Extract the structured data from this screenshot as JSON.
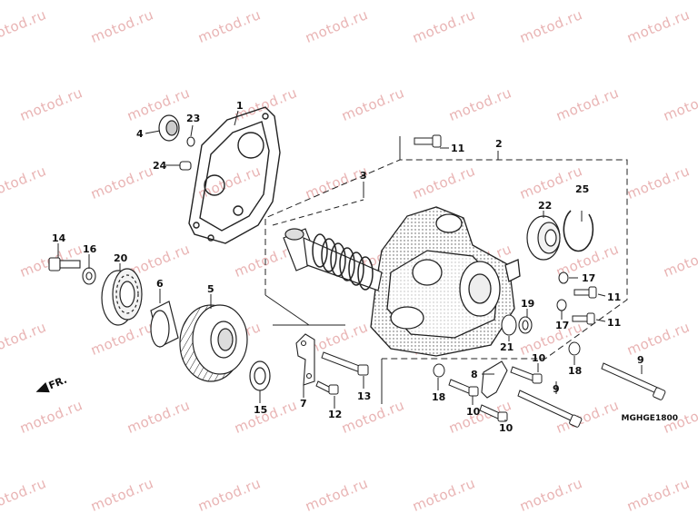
{
  "watermark": "motod.ru",
  "diagram_code": "MGHGE1800",
  "direction_label": "FR.",
  "callouts": {
    "c4": "4",
    "c23": "23",
    "c1": "1",
    "c24": "24",
    "c11a": "11",
    "c2": "2",
    "c3": "3",
    "c22": "22",
    "c25": "25",
    "c14": "14",
    "c16": "16",
    "c20": "20",
    "c6": "6",
    "c5": "5",
    "c17a": "17",
    "c11b": "11",
    "c17b": "17",
    "c11c": "11",
    "c19": "19",
    "c21": "21",
    "c10a": "10",
    "c18a": "18",
    "c9a": "9",
    "c7": "7",
    "c13": "13",
    "c12": "12",
    "c15": "15",
    "c8": "8",
    "c18b": "18",
    "c10b": "10",
    "c9b": "9",
    "c10c": "10"
  }
}
